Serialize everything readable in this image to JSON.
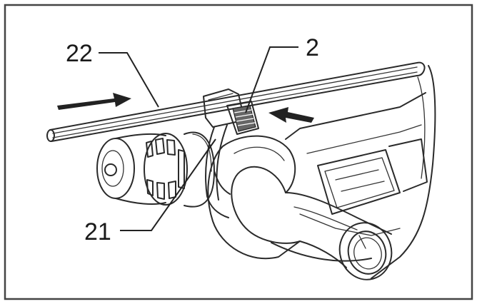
{
  "figure": {
    "callouts": [
      {
        "id": "callout-22",
        "label": "22"
      },
      {
        "id": "callout-2",
        "label": "2"
      },
      {
        "id": "callout-21",
        "label": "21"
      }
    ],
    "arrows": [
      "insert-direction-left",
      "insert-direction-right"
    ]
  }
}
